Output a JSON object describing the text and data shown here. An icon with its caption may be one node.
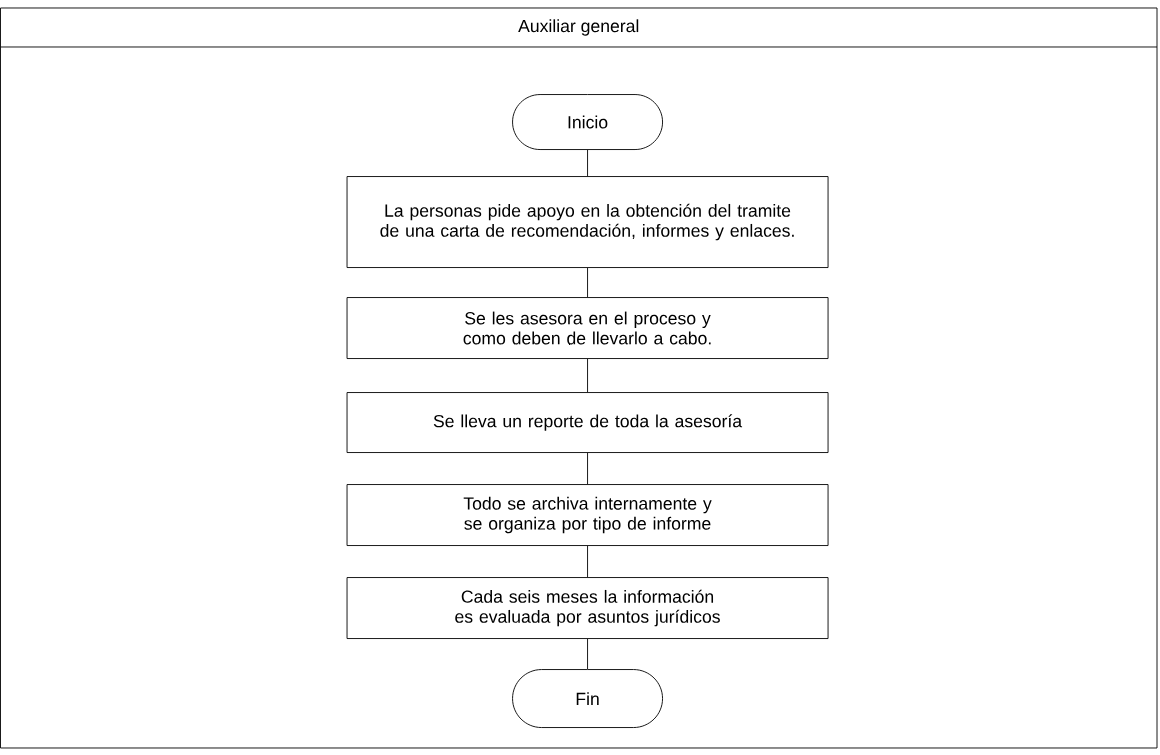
{
  "diagram": {
    "nodes": [
      {
        "text": [
          "Auxiliar general"
        ]
      },
      {
        "text": [
          "Inicio"
        ],
        "in": 0
      },
      {
        "text": [
          "La personas pide apoyo en la obtención del tramite de una carta de recomendación, informes y enlaces."
        ],
        "in": 0
      },
      {
        "text": [
          "Se les asesora en el proceso y como deben de llevarlo a cabo."
        ],
        "in": 0
      },
      {
        "text": [
          "Se lleva un  reporte de toda la asesoría"
        ],
        "in": 0
      },
      {
        "text": [
          "Todo se archiva internamente y se organiza por tipo de informe"
        ],
        "in": 0
      },
      {
        "text": [
          "Cada seis meses la información es evaluada por asuntos jurídicos"
        ],
        "in": 0
      },
      {
        "text": [
          "Fin"
        ],
        "in": 0
      }
    ],
    "edges": [
      {
        "from": 1,
        "to": 2,
        "arrow": "none"
      },
      {
        "from": 2,
        "to": 3,
        "arrow": "none"
      },
      {
        "from": 3,
        "to": 4,
        "arrow": "none"
      },
      {
        "from": 4,
        "to": 5,
        "arrow": "none"
      },
      {
        "from": 5,
        "to": 6,
        "arrow": "none"
      },
      {
        "from": 6,
        "to": 7,
        "arrow": "none"
      }
    ]
  }
}
